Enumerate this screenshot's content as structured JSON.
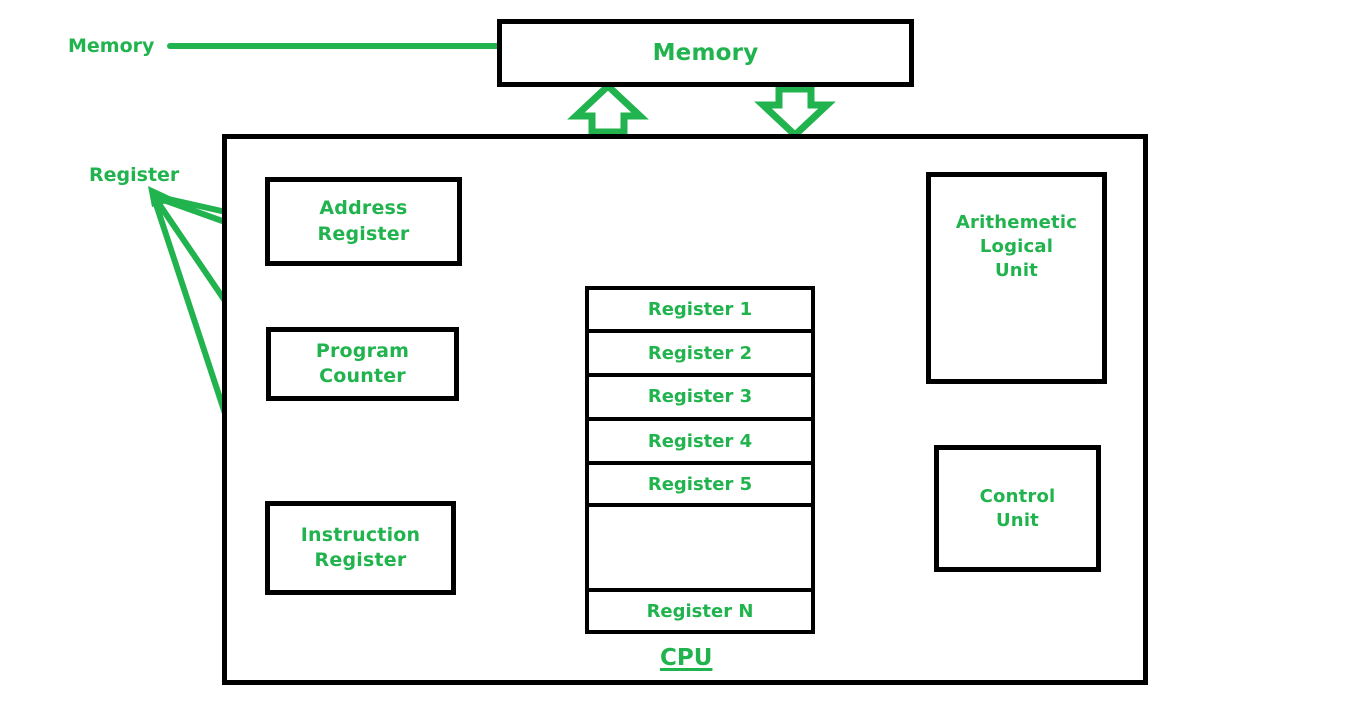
{
  "diagram": {
    "title_caption": "CPU",
    "accent_color": "#21b34d",
    "outline_color": "#000000",
    "background_color": "#ffffff",
    "side_labels": {
      "memory": "Memory",
      "register": "Register"
    },
    "memory_unit": {
      "label": "Memory"
    },
    "cpu_unit": {
      "caption": "CPU",
      "components": {
        "address_register": "Address\nRegister",
        "program_counter": "Program\nCounter",
        "instruction_register": "Instruction\nRegister",
        "alu": "Arithemetic\nLogical\nUnit",
        "control_unit": "Control\nUnit"
      }
    },
    "register_stack": {
      "cells": [
        {
          "label": "Register 1"
        },
        {
          "label": "Register 2"
        },
        {
          "label": "Register 3"
        },
        {
          "label": "Register 4"
        },
        {
          "label": "Register 5"
        },
        {
          "label": ""
        },
        {
          "label": "Register N"
        }
      ]
    },
    "bus_arrows": [
      {
        "name": "memory-read-arrow-up",
        "direction": "up"
      },
      {
        "name": "memory-write-arrow-down",
        "direction": "down"
      }
    ],
    "connectors": [
      {
        "from": "memory-side-label",
        "to": "memory-box"
      },
      {
        "from": "register-side-label",
        "to": "address-register-box"
      },
      {
        "from": "register-side-label",
        "to": "register-stack"
      },
      {
        "from": "register-side-label",
        "to": "program-counter-box"
      },
      {
        "from": "register-side-label",
        "to": "instruction-register-box"
      }
    ]
  }
}
